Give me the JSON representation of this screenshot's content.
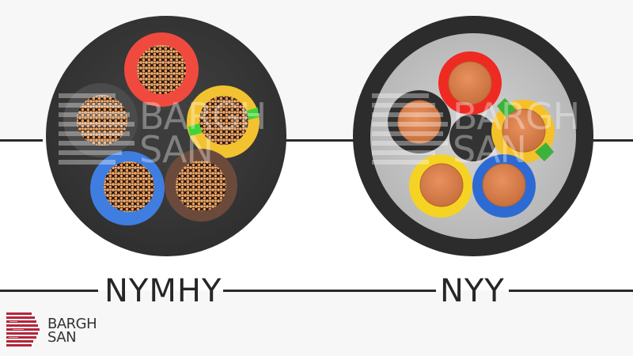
{
  "brand": {
    "name_line1": "BARGH",
    "name_line2": "SAN",
    "accent_color": "#b3263a"
  },
  "cables": [
    {
      "label": "NYMHY",
      "conductor_type": "stranded",
      "cores": [
        {
          "position": "top",
          "color_name": "red",
          "color": "#f04a3e"
        },
        {
          "position": "right",
          "color_name": "yellow-green",
          "color": "#f2c230",
          "stripe": "#3ed43a"
        },
        {
          "position": "left",
          "color_name": "black",
          "color": "#4a4a4a"
        },
        {
          "position": "bottom-left",
          "color_name": "blue",
          "color": "#3f7ee0"
        },
        {
          "position": "bottom-right",
          "color_name": "brown",
          "color": "#6b4a3c"
        }
      ],
      "sheath_color": "#3a3a3a"
    },
    {
      "label": "NYY",
      "conductor_type": "solid",
      "cores": [
        {
          "position": "top",
          "color_name": "red",
          "color": "#ee2a22"
        },
        {
          "position": "right",
          "color_name": "yellow-green",
          "color": "#f5c12a",
          "stripe": "#3db23a"
        },
        {
          "position": "left",
          "color_name": "black",
          "color": "#2e2e2e"
        },
        {
          "position": "bottom-left",
          "color_name": "yellow",
          "color": "#f5d324"
        },
        {
          "position": "bottom-right",
          "color_name": "blue",
          "color": "#2d6ad4"
        }
      ],
      "sheath_color": "#2c2c2c",
      "filler_color": "#c9c9c9"
    }
  ],
  "watermark": {
    "line1": "BARGH",
    "line2": "SAN"
  }
}
